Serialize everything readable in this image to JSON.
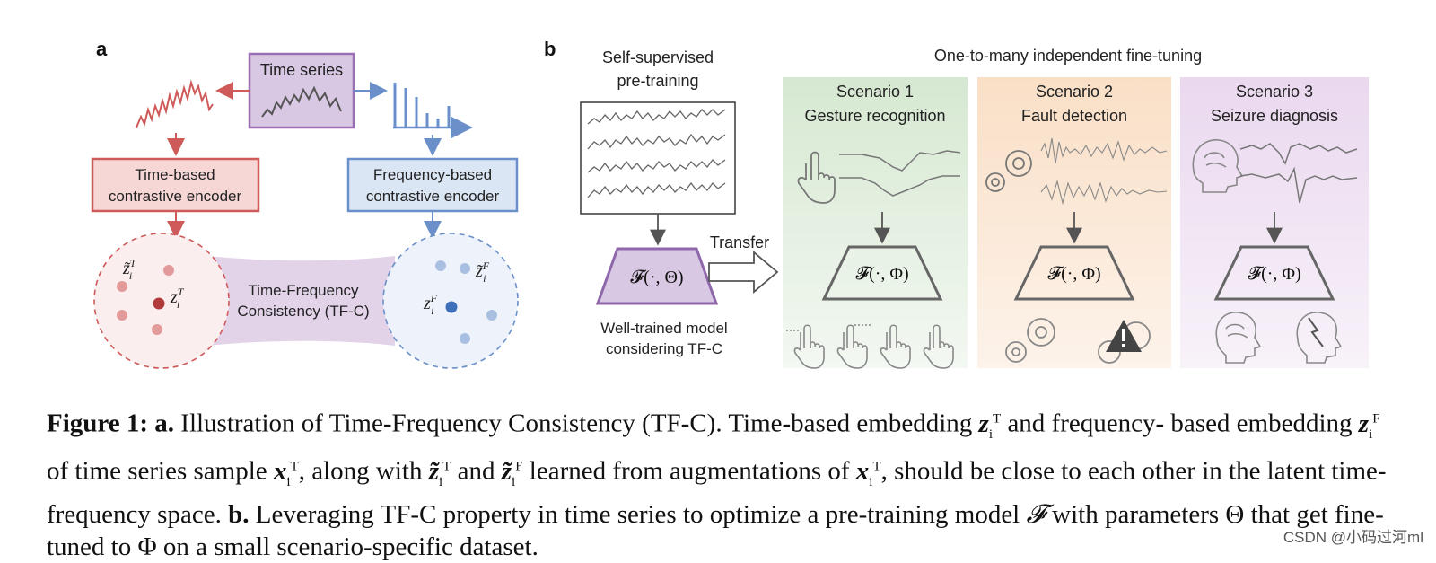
{
  "panel_a": {
    "label": "a",
    "time_series_label": "Time series",
    "time_encoder": [
      "Time-based",
      "contrastive encoder"
    ],
    "freq_encoder": [
      "Frequency-based",
      "contrastive encoder"
    ],
    "consistency": [
      "Time-Frequency",
      "Consistency (TF-C)"
    ],
    "z_tilde_T": "z̃",
    "z_T": "z",
    "z_tilde_F": "z̃",
    "z_F": "z",
    "sub_i": "i",
    "sup_T": "T",
    "sup_F": "F"
  },
  "panel_b": {
    "label": "b",
    "pretrain_title": [
      "Self-supervised",
      "pre-training"
    ],
    "fine_tune_title": "One-to-many independent fine-tuning",
    "transfer_label": "Transfer",
    "model_theta": "𝓕(·, Θ)",
    "model_phi": "𝓕(·, Φ)",
    "well_trained": [
      "Well-trained model",
      "considering TF-C"
    ],
    "scenarios": [
      {
        "title": "Scenario 1",
        "subtitle": "Gesture recognition",
        "color": "#e6f1e3"
      },
      {
        "title": "Scenario 2",
        "subtitle": "Fault detection",
        "color": "#fbe8d6"
      },
      {
        "title": "Scenario 3",
        "subtitle": "Seizure diagnosis",
        "color": "#efe3f2"
      }
    ]
  },
  "caption": {
    "fig_label": "Figure 1:",
    "a_label": "a.",
    "part1": "Illustration of Time-Frequency Consistency (TF-C). Time-based embedding",
    "part2": "and frequency-",
    "part3": "based embedding",
    "part4": "of time series sample",
    "part5": ", along with",
    "part6": "and",
    "part7": "learned from augmentations of",
    "part8": ", should",
    "part9": "be close to each other in the latent time-frequency space.",
    "b_label": "b.",
    "part10": "Leveraging TF-C property in time series to optimize",
    "part11": "a pre-training model",
    "part12": "with parameters Θ that get fine-tuned to Φ on a small scenario-specific dataset."
  },
  "watermark": "CSDN @小码过河ml",
  "colors": {
    "time_red": "#cf5a5a",
    "freq_blue": "#6b90c9",
    "ts_purple": "#9b6fb4",
    "model_purple": "#8e68ab"
  }
}
